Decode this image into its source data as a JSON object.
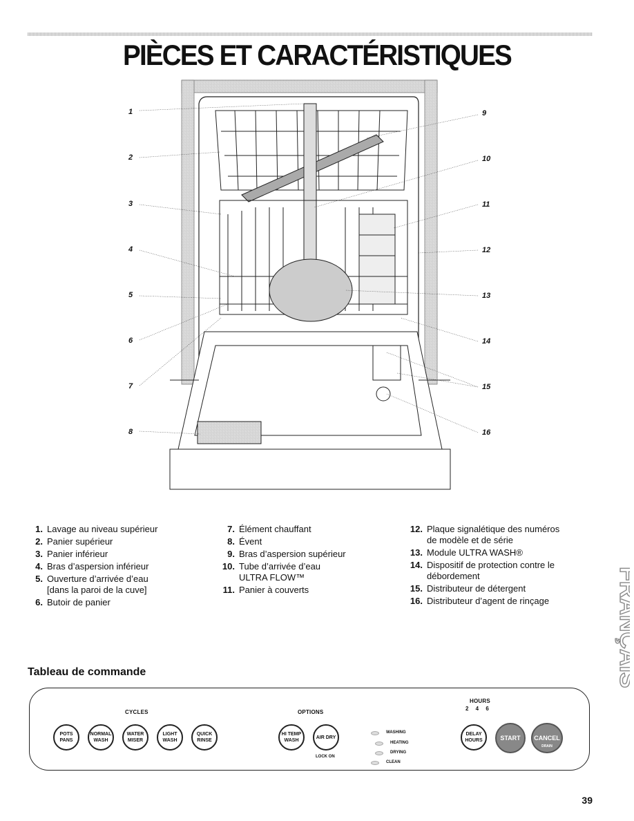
{
  "page": {
    "title": "PIÈCES ET CARACTÉRISTIQUES",
    "side_label": "FRANÇAIS",
    "page_number": "39"
  },
  "callouts": {
    "c1": "1",
    "c2": "2",
    "c3": "3",
    "c4": "4",
    "c5": "5",
    "c6": "6",
    "c7": "7",
    "c8": "8",
    "c9": "9",
    "c10": "10",
    "c11": "11",
    "c12": "12",
    "c13": "13",
    "c14": "14",
    "c15": "15",
    "c16": "16"
  },
  "parts": [
    {
      "num": "1.",
      "text": "Lavage au niveau supérieur"
    },
    {
      "num": "2.",
      "text": "Panier supérieur"
    },
    {
      "num": "3.",
      "text": "Panier inférieur"
    },
    {
      "num": "4.",
      "text": "Bras d’aspersion inférieur"
    },
    {
      "num": "5.",
      "text": "Ouverture d’arrivée d’eau [dans la paroi de la cuve]"
    },
    {
      "num": "6.",
      "text": "Butoir de panier"
    },
    {
      "num": "7.",
      "text": "Élément chauffant"
    },
    {
      "num": "8.",
      "text": "Évent"
    },
    {
      "num": "9.",
      "text": "Bras d’aspersion supérieur"
    },
    {
      "num": "10.",
      "text": "Tube d’arrivée d’eau ULTRA FLOW™"
    },
    {
      "num": "11.",
      "text": "Panier à couverts"
    },
    {
      "num": "12.",
      "text": "Plaque signalétique des numéros de modèle et de série"
    },
    {
      "num": "13.",
      "text": "Module ULTRA WASH®"
    },
    {
      "num": "14.",
      "text": "Dispositif de protection contre le débordement"
    },
    {
      "num": "15.",
      "text": "Distributeur de détergent"
    },
    {
      "num": "16.",
      "text": "Distributeur d’agent de rinçage"
    }
  ],
  "control_panel": {
    "heading": "Tableau de commande",
    "cycles_label": "CYCLES",
    "options_label": "OPTIONS",
    "hours_label": "HOURS",
    "hours_values": "2 4 6",
    "buttons": {
      "pots_pans": "POTS PANS",
      "normal_wash": "NORMAL WASH",
      "water_miser": "WATER MISER",
      "light_wash": "LIGHT WASH",
      "quick_rinse": "QUICK RINSE",
      "hi_temp_wash": "HI TEMP WASH",
      "air_dry": "AIR DRY",
      "delay_hours": "DELAY HOURS",
      "start": "START",
      "cancel": "CANCEL",
      "drain": "DRAIN"
    },
    "lock_label": "LOCK ON",
    "indicators": {
      "washing": "WASHING",
      "heating": "HEATING",
      "drying": "DRYING",
      "clean": "CLEAN"
    }
  }
}
